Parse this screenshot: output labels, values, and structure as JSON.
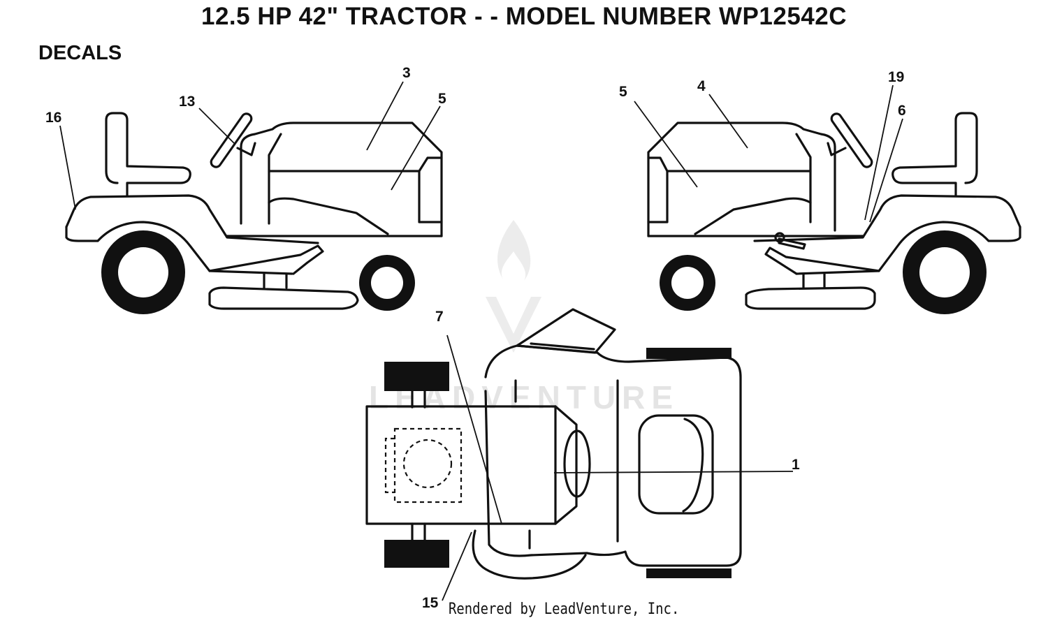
{
  "header": {
    "title": "12.5 HP 42\" TRACTOR - - MODEL NUMBER WP12542C",
    "section": "DECALS"
  },
  "watermark": {
    "text": "LEADVENTURE"
  },
  "footer": {
    "text": "Rendered by LeadVenture, Inc."
  },
  "callouts": {
    "left_16": "16",
    "left_13": "13",
    "left_3": "3",
    "left_5": "5",
    "right_5": "5",
    "right_4": "4",
    "right_19": "19",
    "right_6": "6",
    "top_7": "7",
    "top_1": "1",
    "top_15": "15"
  },
  "colors": {
    "line": "#111111",
    "background": "#ffffff",
    "watermark": "#e4e4e4"
  }
}
